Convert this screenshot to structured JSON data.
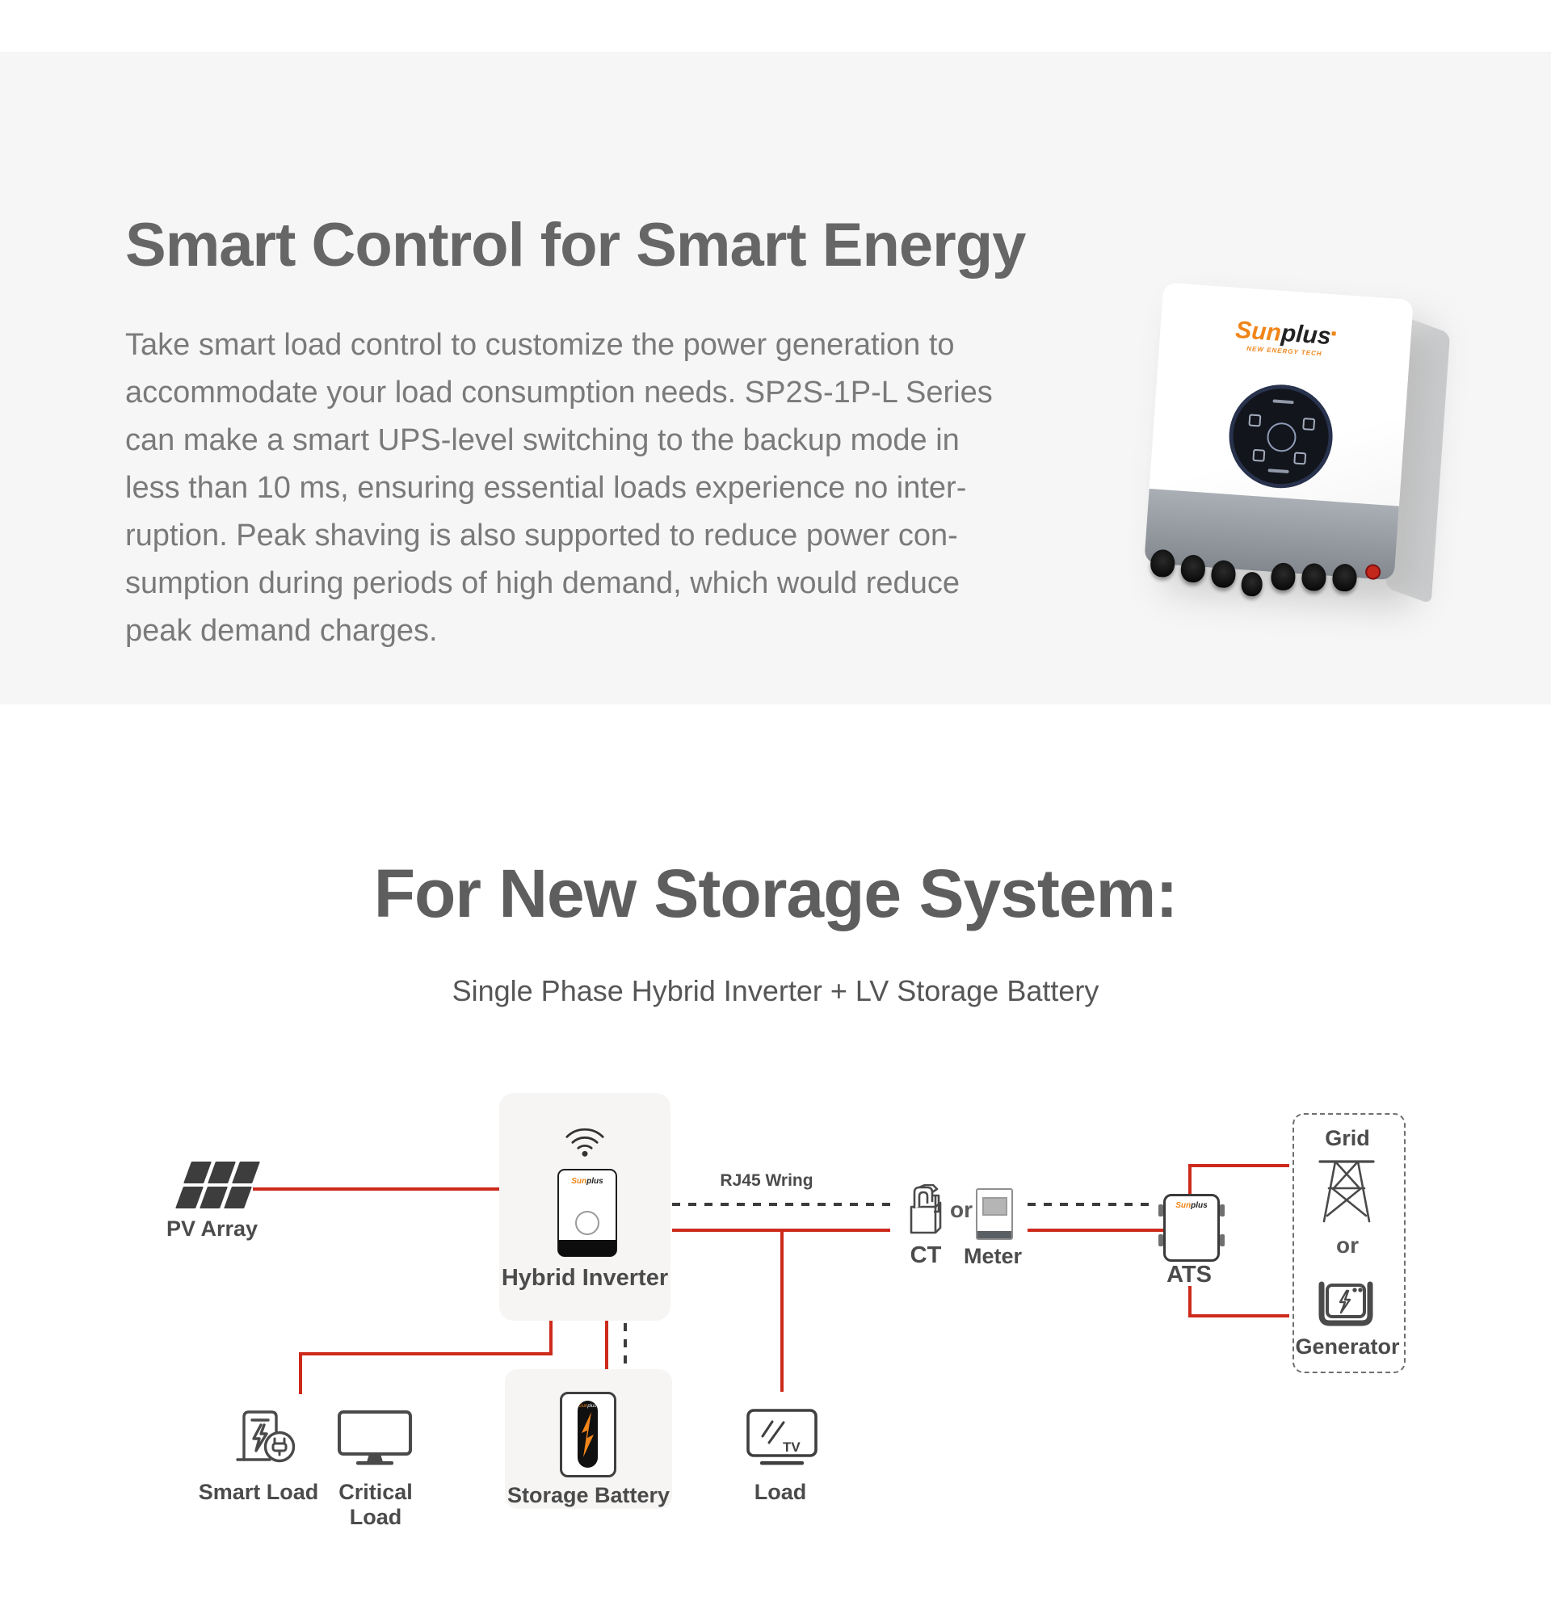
{
  "brand": {
    "sun": "Sun",
    "plus": "plus",
    "tagline": "NEW ENERGY TECH"
  },
  "hero": {
    "title": "Smart Control for Smart Energy",
    "paragraph_lines": [
      "Take smart load control to customize the power generation to",
      "accommodate your load consumption needs. SP2S-1P-L Series",
      "can make a smart UPS-level switching to the backup mode in",
      "less than 10 ms, ensuring essential loads experience no inter-",
      "ruption. Peak shaving is also supported to reduce power con-",
      "sumption during periods of high demand, which would reduce",
      "peak demand charges."
    ]
  },
  "storage": {
    "title": "For New Storage System:",
    "subtitle": "Single Phase Hybrid Inverter + LV Storage Battery"
  },
  "diagram": {
    "pv_array": "PV Array",
    "hybrid_inverter": "Hybrid Inverter",
    "rj45": "RJ45 Wring",
    "ct": "CT",
    "or_ct_meter": "or",
    "meter": "Meter",
    "ats": "ATS",
    "grid": "Grid",
    "or_grid_gen": "or",
    "generator": "Generator",
    "smart_load": "Smart Load",
    "critical_load": "Critical Load",
    "storage_battery": "Storage Battery",
    "load": "Load",
    "tv": "TV"
  },
  "colors": {
    "line_red": "#cd2a1c",
    "dash_dark": "#3c3c3c",
    "accent_orange": "#f08519",
    "hero_bg": "#f6f6f6",
    "card_bg": "#f6f5f4",
    "heading": "#666666",
    "body_text": "#7a7a7a",
    "label": "#4b4b4b"
  }
}
